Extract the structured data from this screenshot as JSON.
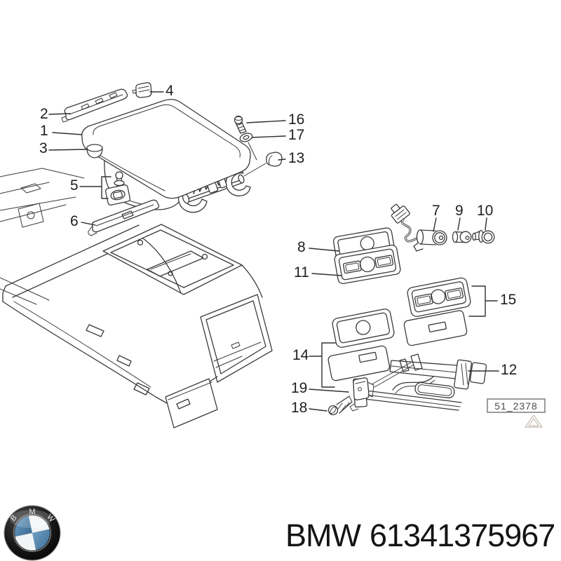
{
  "diagram": {
    "part_labels": [
      "1",
      "2",
      "3",
      "4",
      "5",
      "6",
      "7",
      "8",
      "9",
      "10",
      "11",
      "12",
      "13",
      "14",
      "15",
      "16",
      "17",
      "18",
      "19"
    ],
    "drawing_code": "51_2378",
    "colors": {
      "line": "#3a3a3a",
      "label_text": "#1f1f1f",
      "code_border": "#9b9b9b",
      "code_text": "#4c4c4c",
      "watermark": "#c9c2b8"
    }
  },
  "footer": {
    "brand": "BMW",
    "part_number": "61341375967",
    "logo_letters": [
      "B",
      "M",
      "W"
    ],
    "logo_colors": {
      "ring": "#101010",
      "blue": "#4d80a9",
      "white": "#f2f5f6"
    }
  }
}
